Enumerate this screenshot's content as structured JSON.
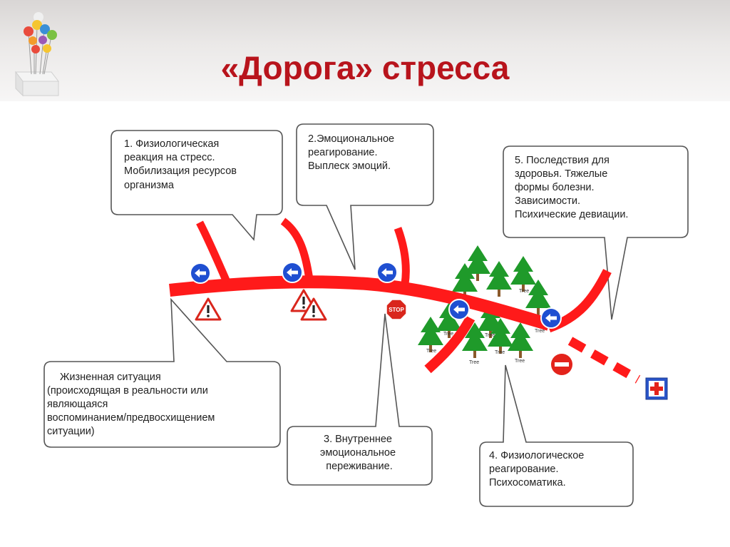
{
  "slide": {
    "title": "«Дорога» стресса"
  },
  "bubbles": {
    "b1": {
      "lines": [
        "1. Физиологическая",
        "реакция на стресс.",
        "Мобилизация ресурсов",
        "организма"
      ]
    },
    "b2": {
      "lines": [
        "2.Эмоциональное",
        "реагирование.",
        "Выплеск эмоций."
      ]
    },
    "b3": {
      "lines": [
        "3. Внутреннее",
        "эмоциональное",
        "переживание."
      ]
    },
    "b4": {
      "lines": [
        "4. Физиологическое",
        "реагирование.",
        "Психосоматика."
      ]
    },
    "b5": {
      "lines": [
        "5. Последствия для",
        "здоровья. Тяжелые",
        "формы болезни.",
        "Зависимости.",
        "Психические девиации."
      ]
    },
    "life": {
      "lines": [
        "Жизненная ситуация",
        "(происходящая в реальности или",
        "являющаяся",
        "воспоминанием/предвосхищением",
        "ситуации)"
      ]
    }
  },
  "signs": {
    "stop_label": "STOP",
    "tree_label": "Tree"
  },
  "colors": {
    "title": "#b8141c",
    "road": "#ff1a1a",
    "sign_blue": "#1f4fd1",
    "tree_green": "#1f9a2a",
    "bubble_stroke": "#555555"
  }
}
